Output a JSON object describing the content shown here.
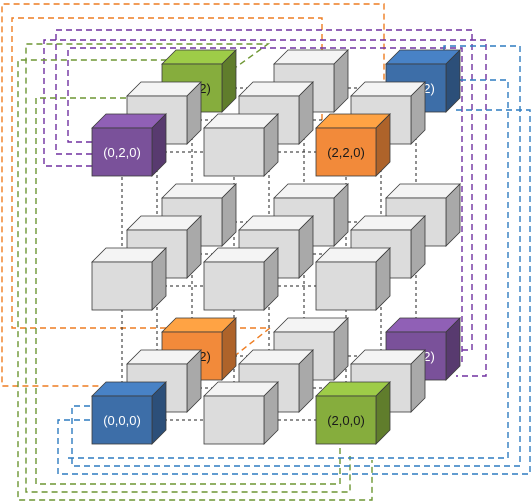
{
  "diagram": {
    "colors": {
      "gray_front": "#dcdcdc",
      "gray_top": "#f4f4f4",
      "gray_side": "#a9a9a9",
      "edge": "#3a3a3a",
      "grid_line": "#222222",
      "orange": "#f28a3a",
      "green": "#86ad3d",
      "blue": "#3d6ea8",
      "purple": "#7a519a",
      "orange_wire": "#ee7d22",
      "green_wire": "#6d9633",
      "blue_wire": "#2f7cc0",
      "purple_wire": "#7030a0"
    },
    "nodes": [
      {
        "label": "(0,2,2)",
        "color": "green"
      },
      {
        "label": "(2,2,2)",
        "color": "blue"
      },
      {
        "label": "(0,2,0)",
        "color": "purple"
      },
      {
        "label": "(2,2,0)",
        "color": "orange"
      },
      {
        "label": "(0,0,2)",
        "color": "orange"
      },
      {
        "label": "(2,0,2)",
        "color": "purple"
      },
      {
        "label": "(0,0,0)",
        "color": "blue"
      },
      {
        "label": "(2,0,0)",
        "color": "green"
      }
    ]
  }
}
